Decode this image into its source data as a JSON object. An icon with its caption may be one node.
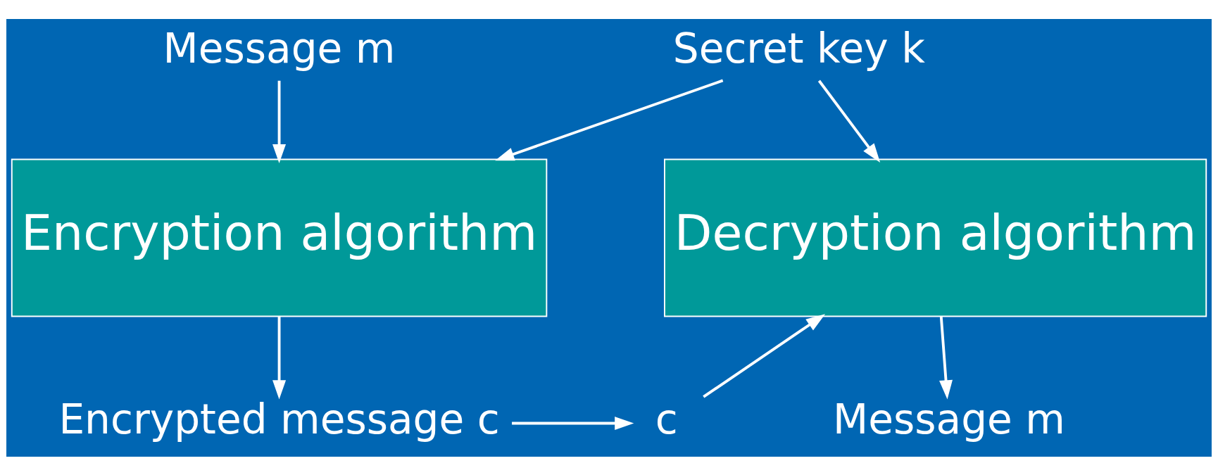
{
  "diagram": {
    "nodes": [
      {
        "text": [
          "Message m"
        ]
      },
      {
        "text": [
          "Secret key k"
        ]
      },
      {
        "text": [
          "Encryption algorithm"
        ]
      },
      {
        "text": [
          "Encrypted message c"
        ]
      },
      {
        "text": [
          "c"
        ]
      },
      {
        "text": [
          "Decryption algorithm"
        ]
      },
      {
        "text": [
          "Message m"
        ]
      }
    ],
    "edges": [
      {
        "from": 0,
        "to": 2,
        "arrow": "to"
      },
      {
        "from": 1,
        "to": 2,
        "arrow": "to"
      },
      {
        "from": 1,
        "to": 5,
        "arrow": "to"
      },
      {
        "from": 2,
        "to": 3,
        "arrow": "to"
      },
      {
        "from": 3,
        "to": 4,
        "arrow": "to"
      },
      {
        "from": 4,
        "to": 5,
        "arrow": "to"
      },
      {
        "from": 5,
        "to": 6,
        "arrow": "to"
      }
    ]
  }
}
